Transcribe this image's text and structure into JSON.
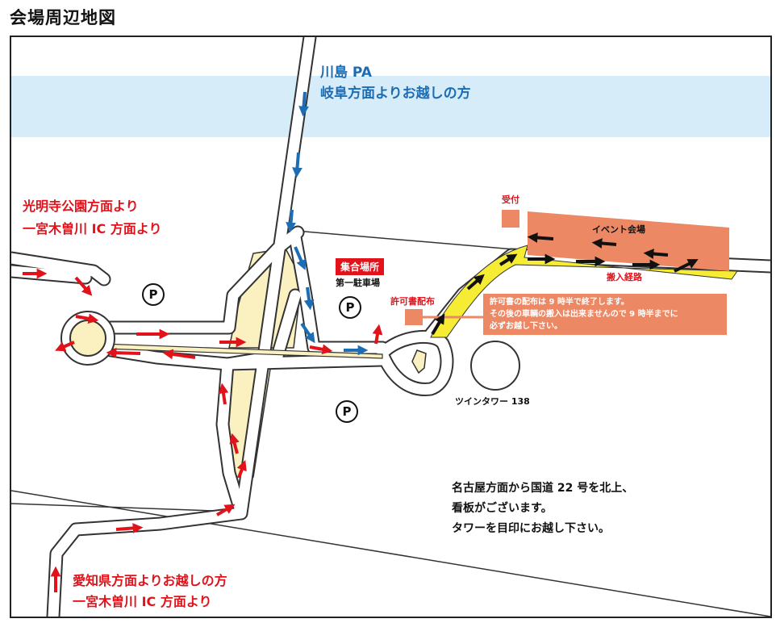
{
  "page_title": "会場周辺地図",
  "labels": {
    "kawashima_pa": "川島 PA",
    "from_gifu": "岐阜方面よりお越しの方",
    "from_komyoji": "光明寺公園方面より",
    "from_ichinomiya_north": "一宮木曽川 IC 方面より",
    "from_aichi": "愛知県方面よりお越しの方",
    "from_ichinomiya_south": "一宮木曽川 IC 方面より",
    "reception": "受付",
    "event_venue": "イベント会場",
    "loading_route": "搬入経路",
    "assembly_point": "集合場所",
    "parking_1": "第一駐車場",
    "permit_distribution": "許可書配布",
    "twin_tower": "ツインタワー 138",
    "parking_symbol": "P"
  },
  "permit_notice": [
    "許可書の配布は 9 時半で終了します。",
    "その後の車輌の搬入は出来ませんので 9 時半までに",
    "必ずお越し下さい。"
  ],
  "directions": [
    "名古屋方面から国道 22 号を北上、",
    "看板がございます。",
    "タワーを目印にお越し下さい。"
  ],
  "colors": {
    "river": "#d6ecf8",
    "park": "#fbf1c0",
    "road_stroke": "#333333",
    "red_arrow": "#e2121b",
    "blue_arrow": "#1c6db4",
    "loading_route": "#f5ec33",
    "venue": "#ed8864",
    "black_arrow": "#111111"
  },
  "icons": {
    "red_arrow": "arrow-icon",
    "blue_arrow": "arrow-icon",
    "black_arrow": "arrow-icon",
    "parking": "parking-icon"
  }
}
